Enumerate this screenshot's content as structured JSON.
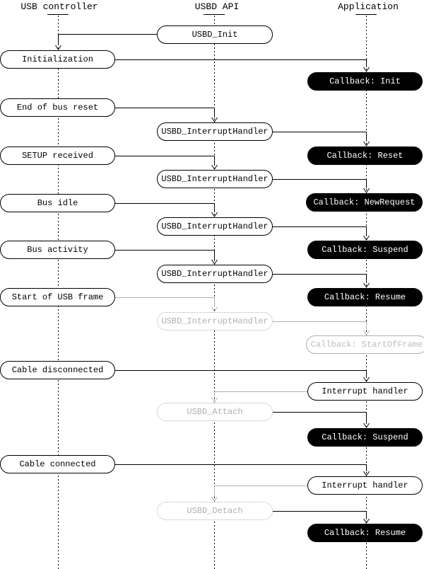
{
  "colors": {
    "line_black": "#000000",
    "muted_gray": "#b0b0b0"
  },
  "lifelines": [
    {
      "label": "USB controller"
    },
    {
      "label": "USBD API"
    },
    {
      "label": "Application"
    }
  ],
  "nodes": {
    "usbd_init": "USBD_Init",
    "initialization": "Initialization",
    "cb_init": "Callback: Init",
    "end_of_bus_reset": "End of bus reset",
    "uih1": "USBD_InterruptHandler",
    "cb_reset": "Callback: Reset",
    "setup_received": "SETUP received",
    "uih2": "USBD_InterruptHandler",
    "cb_newrequest": "Callback: NewRequest",
    "bus_idle": "Bus idle",
    "uih3": "USBD_InterruptHandler",
    "cb_suspend1": "Callback: Suspend",
    "bus_activity": "Bus activity",
    "uih4": "USBD_InterruptHandler",
    "cb_resume1": "Callback: Resume",
    "start_of_usb_frame": "Start of USB frame",
    "uih_gray": "USBD_InterruptHandler",
    "cb_startofframe": "Callback: StartOfFrame",
    "cable_disconnected": "Cable disconnected",
    "interrupt_handler1": "Interrupt handler",
    "usbd_attach": "USBD_Attach",
    "cb_suspend2": "Callback: Suspend",
    "cable_connected": "Cable connected",
    "interrupt_handler2": "Interrupt handler",
    "usbd_detach": "USBD_Detach",
    "cb_resume2": "Callback: Resume"
  }
}
